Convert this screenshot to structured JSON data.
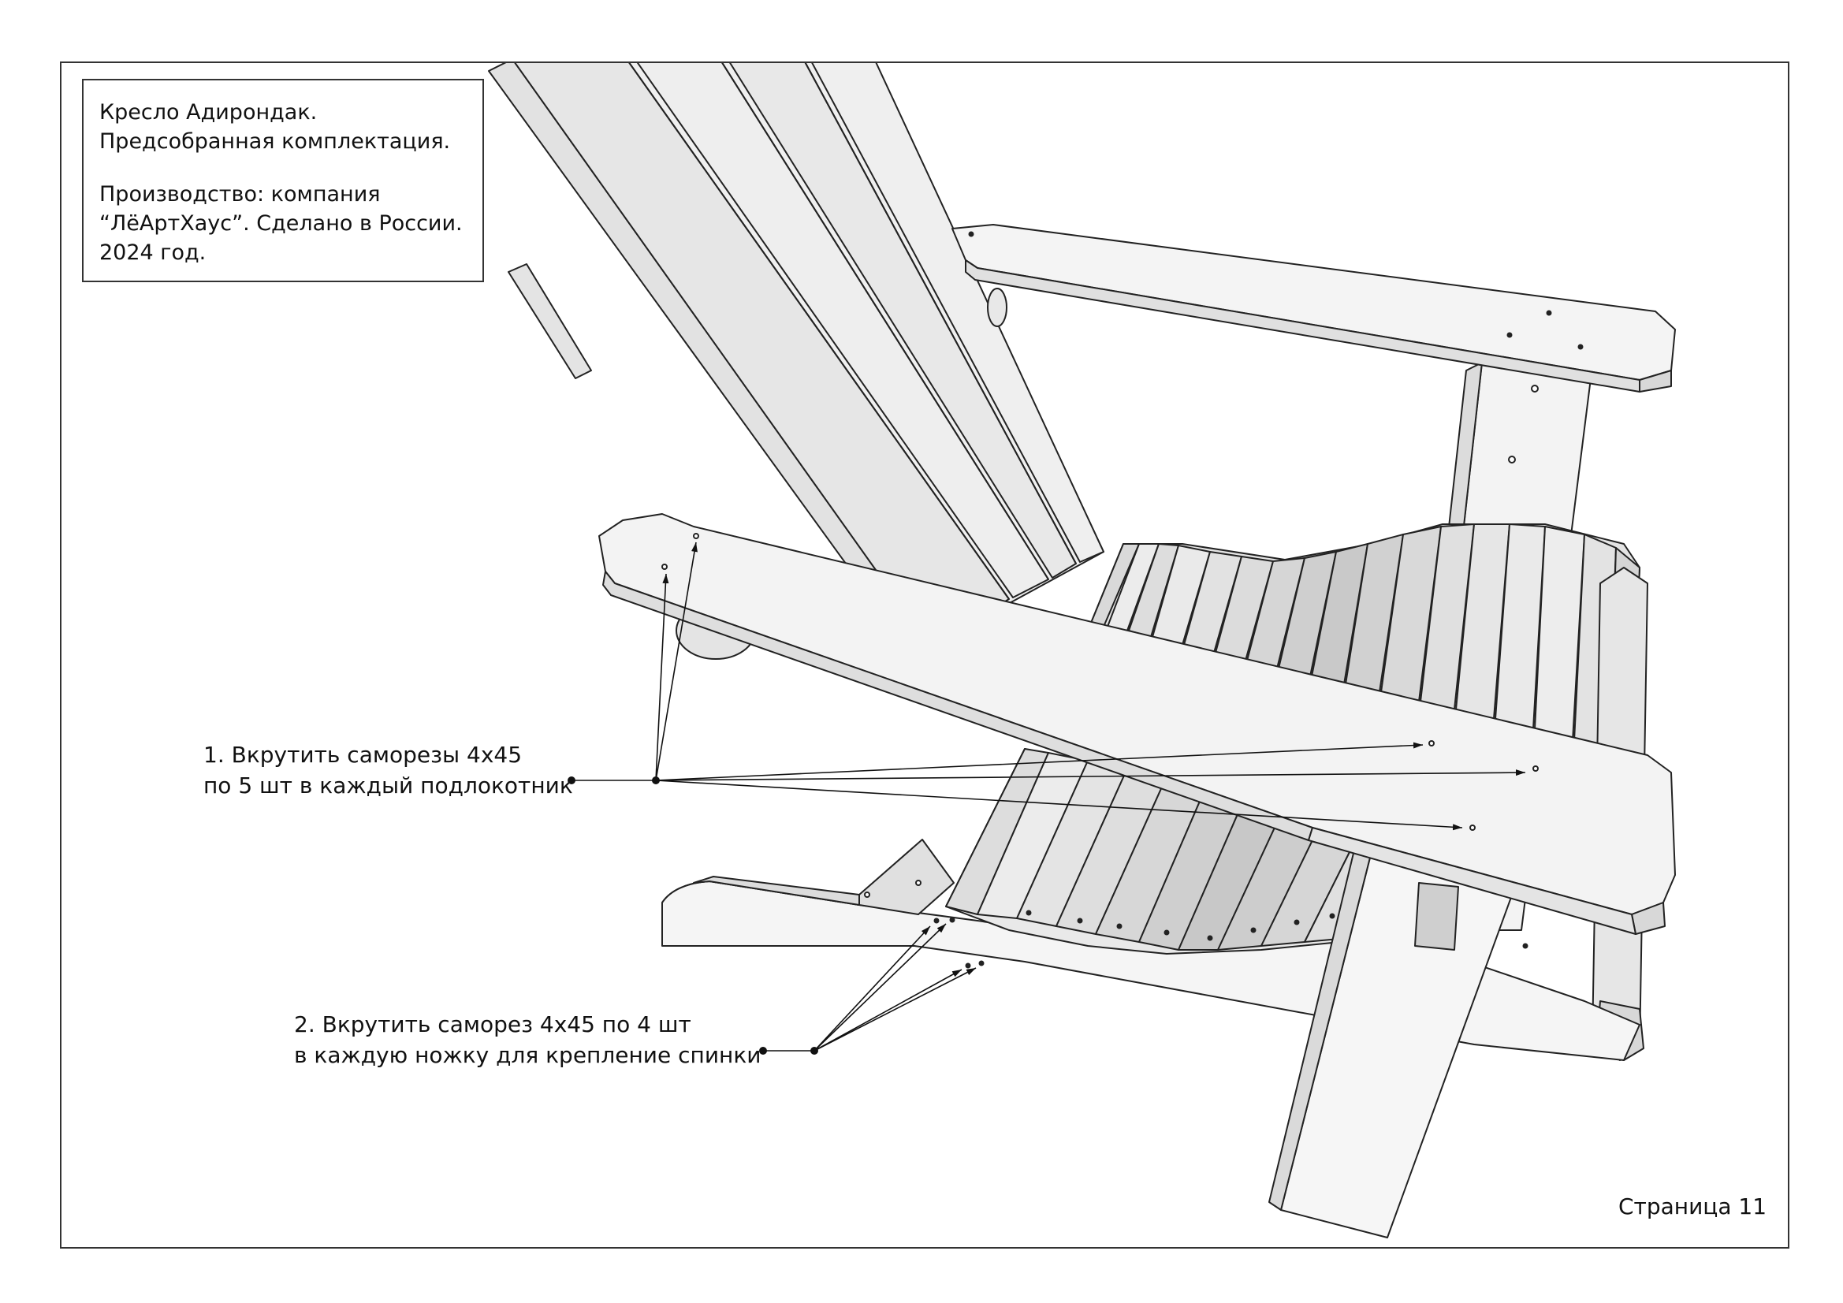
{
  "info": {
    "title_line1": "Кресло Адирондак.",
    "title_line2": "Предсобранная комплектация.",
    "maker_line1": "Производство: компания",
    "maker_line2": "“ЛёАртХаус”. Сделано в России.",
    "maker_line3": "2024 год."
  },
  "callouts": {
    "step1_line1": "1. Вкрутить саморезы 4х45",
    "step1_line2": "по 5 шт в каждый подлокотник",
    "step2_line1": "2. Вкрутить саморез 4х45 по 4 шт",
    "step2_line2": "в каждую ножку для крепление спинки"
  },
  "footer": {
    "page_label": "Страница 11"
  }
}
